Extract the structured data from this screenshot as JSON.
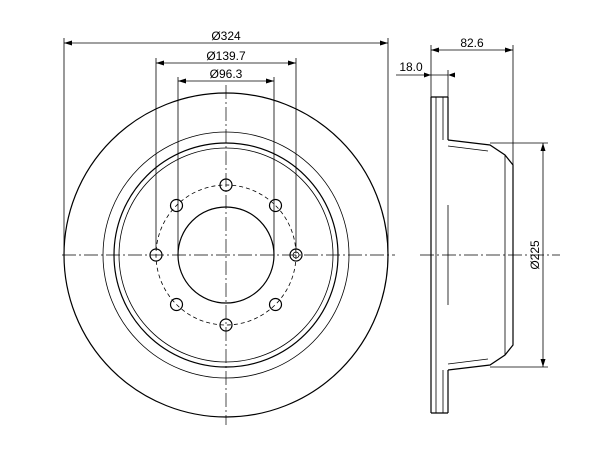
{
  "dimensions": {
    "outer_diameter": "Ø324",
    "bolt_circle": "Ø139.7",
    "center_bore": "Ø96.3",
    "hat_diameter": "Ø225",
    "thickness": "18.0",
    "height": "82.6"
  },
  "colors": {
    "line": "#000000",
    "background": "#ffffff"
  }
}
